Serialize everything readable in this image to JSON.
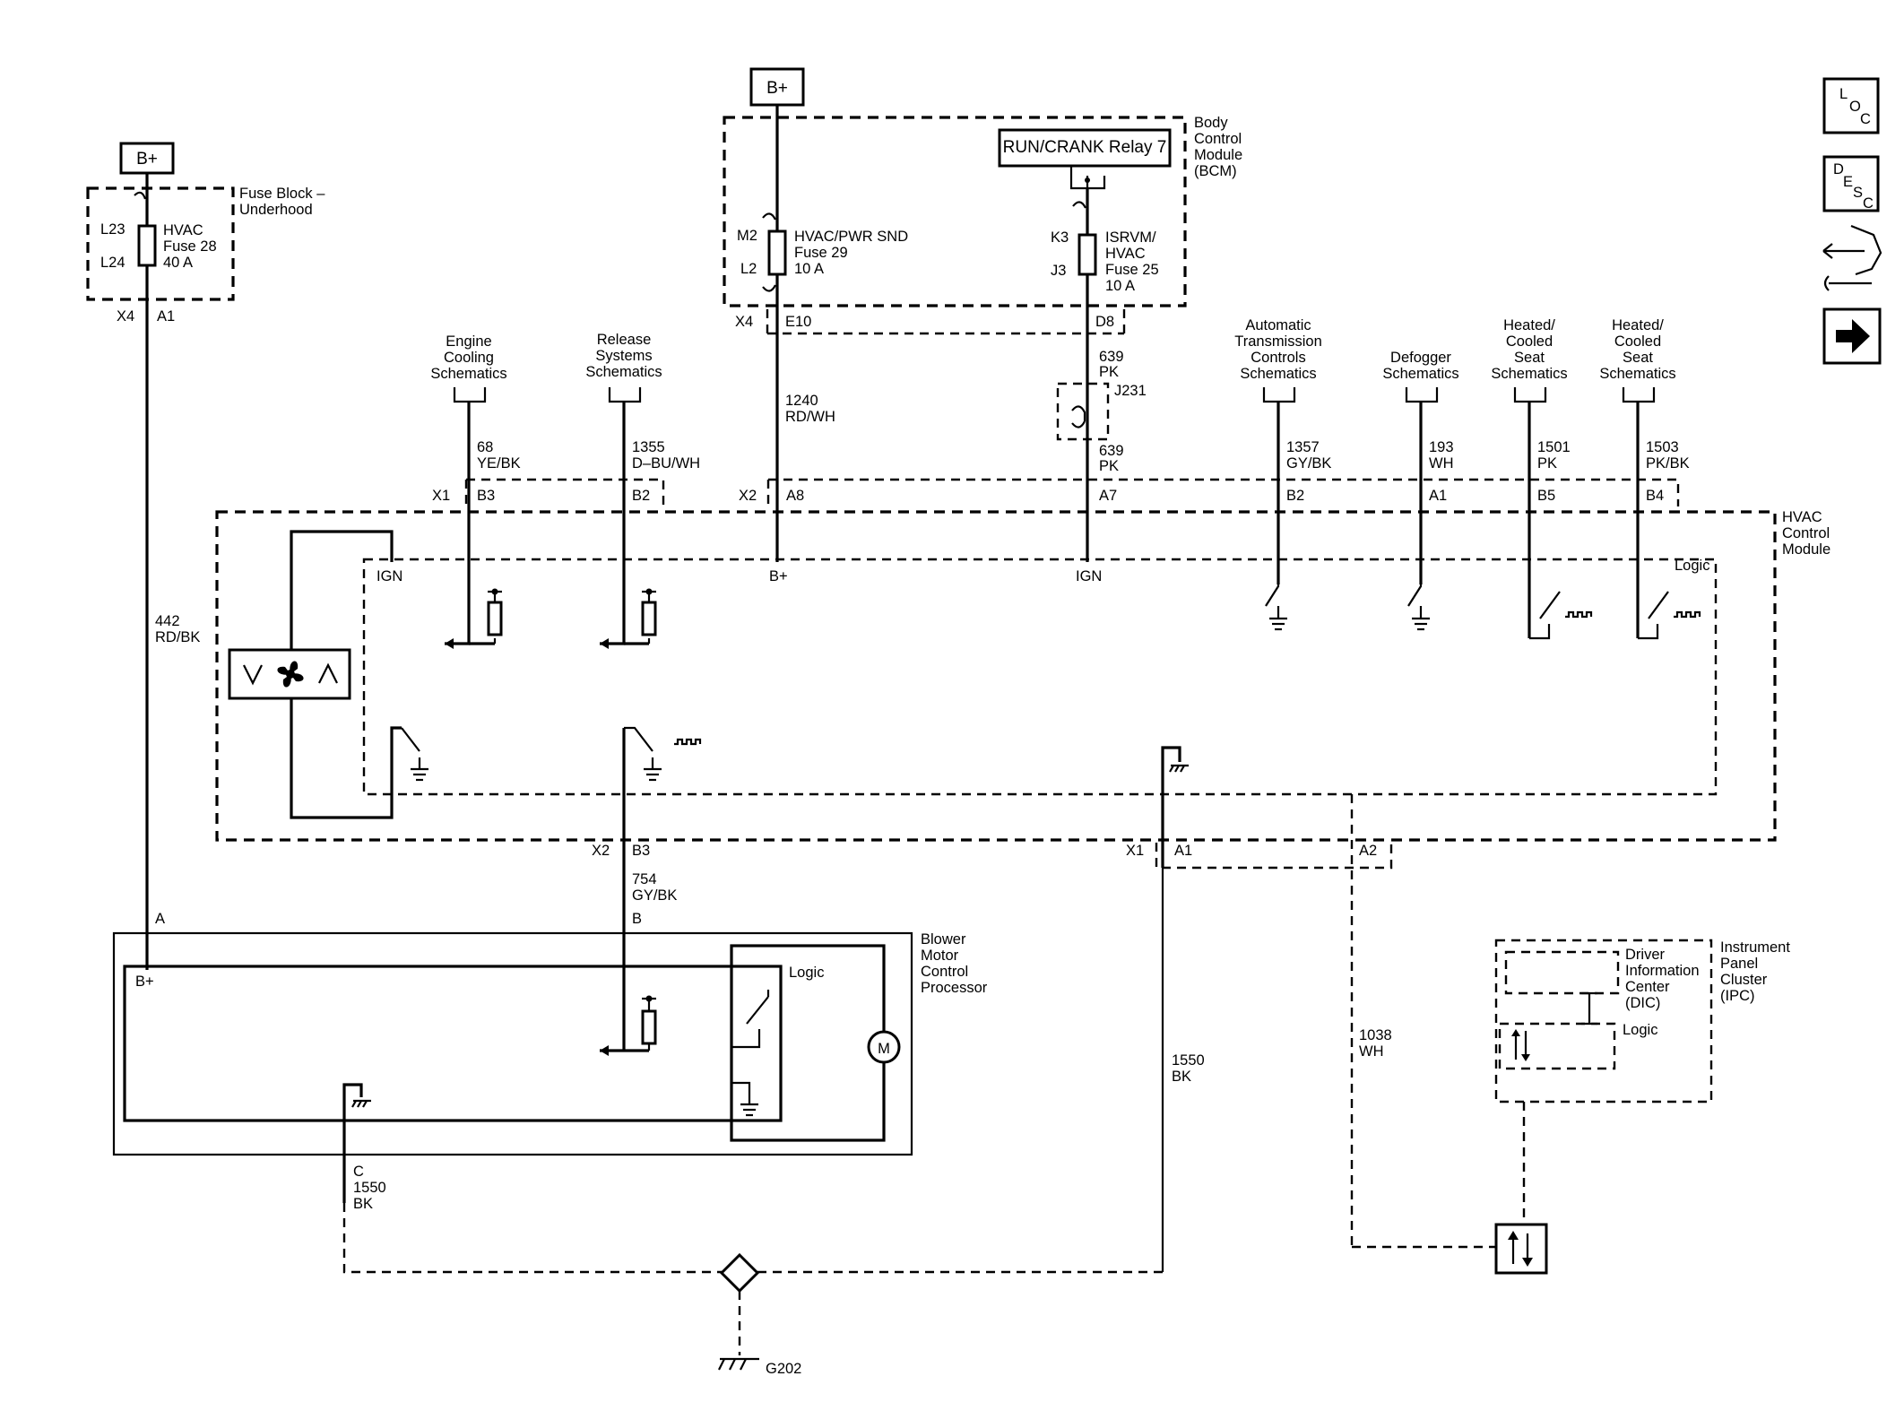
{
  "power": {
    "bplus_1": "B+",
    "bplus_2": "B+"
  },
  "fuse_block": {
    "title_1": "Fuse Block –",
    "title_2": "Underhood",
    "pin_top": "L23",
    "pin_bottom": "L24",
    "fuse_1": "HVAC",
    "fuse_2": "Fuse 28",
    "fuse_3": "40 A",
    "conn": "X4",
    "pin": "A1"
  },
  "bcm": {
    "title_1": "Body",
    "title_2": "Control",
    "title_3": "Module",
    "title_4": "(BCM)",
    "relay": "RUN/CRANK Relay 7",
    "fuse29_pin_top": "M2",
    "fuse29_pin_bottom": "L2",
    "fuse29_1": "HVAC/PWR SND",
    "fuse29_2": "Fuse 29",
    "fuse29_3": "10 A",
    "fuse25_pin_top": "K3",
    "fuse25_pin_bottom": "J3",
    "fuse25_1": "ISRVM/",
    "fuse25_2": "HVAC",
    "fuse25_3": "Fuse 25",
    "fuse25_4": "10 A",
    "conn": "X4",
    "pin_e10": "E10",
    "pin_d8": "D8"
  },
  "refs": {
    "engine_1": "Engine",
    "engine_2": "Cooling",
    "engine_3": "Schematics",
    "release_1": "Release",
    "release_2": "Systems",
    "release_3": "Schematics",
    "atc_1": "Automatic",
    "atc_2": "Transmission",
    "atc_3": "Controls",
    "atc_4": "Schematics",
    "defog_1": "Defogger",
    "defog_2": "Schematics",
    "seat1_1": "Heated/",
    "seat1_2": "Cooled",
    "seat1_3": "Seat",
    "seat1_4": "Schematics",
    "seat2_1": "Heated/",
    "seat2_2": "Cooled",
    "seat2_3": "Seat",
    "seat2_4": "Schematics"
  },
  "wires": {
    "w442_1": "442",
    "w442_2": "RD/BK",
    "w68_1": "68",
    "w68_2": "YE/BK",
    "w1355_1": "1355",
    "w1355_2": "D–BU/WH",
    "w1240_1": "1240",
    "w1240_2": "RD/WH",
    "w639a_1": "639",
    "w639a_2": "PK",
    "w639b_1": "639",
    "w639b_2": "PK",
    "splice": "J231",
    "w1357_1": "1357",
    "w1357_2": "GY/BK",
    "w193_1": "193",
    "w193_2": "WH",
    "w1501_1": "1501",
    "w1501_2": "PK",
    "w1503_1": "1503",
    "w1503_2": "PK/BK",
    "w754_1": "754",
    "w754_2": "GY/BK",
    "w1550a_1": "1550",
    "w1550a_2": "BK",
    "w1550b_1": "1550",
    "w1550b_2": "BK",
    "w1038_1": "1038",
    "w1038_2": "WH"
  },
  "hvac": {
    "title_1": "HVAC",
    "title_2": "Control",
    "title_3": "Module",
    "logic": "Logic",
    "x1": "X1",
    "x1_b3": "B3",
    "x1_b2": "B2",
    "x2": "X2",
    "x2_a8": "A8",
    "x2_a7": "A7",
    "x2_b2": "B2",
    "x2_a1": "A1",
    "x2_b5": "B5",
    "x2_b4": "B4",
    "ign_1": "IGN",
    "bplus": "B+",
    "ign_2": "IGN",
    "bottom_x2": "X2",
    "bottom_b3": "B3",
    "bottom_x1": "X1",
    "bottom_a1": "A1",
    "bottom_a2": "A2"
  },
  "blower": {
    "title_1": "Blower",
    "title_2": "Motor",
    "title_3": "Control",
    "title_4": "Processor",
    "pin_a": "A",
    "pin_b": "B",
    "pin_c": "C",
    "bplus": "B+",
    "logic": "Logic",
    "motor": "M"
  },
  "ipc": {
    "title_1": "Instrument",
    "title_2": "Panel",
    "title_3": "Cluster",
    "title_4": "(IPC)",
    "dic_1": "Driver",
    "dic_2": "Information",
    "dic_3": "Center",
    "dic_4": "(DIC)",
    "logic": "Logic"
  },
  "ground": {
    "label": "G202"
  },
  "nav": {
    "loc_1": "L",
    "loc_2": "O",
    "loc_3": "C",
    "desc_1": "D",
    "desc_2": "E",
    "desc_3": "S",
    "desc_4": "C"
  }
}
